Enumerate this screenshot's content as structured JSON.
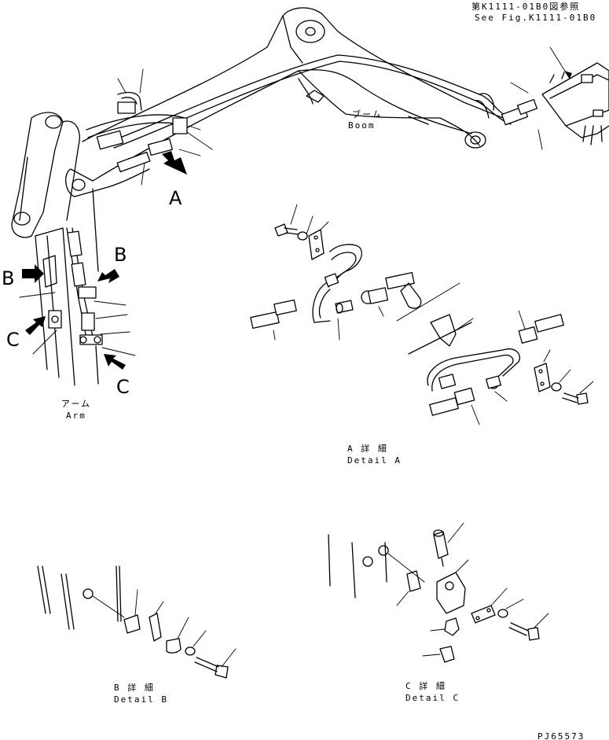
{
  "reference": {
    "jp": "第K1111-01B0図参照",
    "en": "See Fig.K1111-01B0"
  },
  "labels": {
    "boom_jp": "ブーム",
    "boom_en": "Boom",
    "arm_jp": "アーム",
    "arm_en": "Arm"
  },
  "view_letters": {
    "a": "A",
    "b1": "B",
    "b2": "B",
    "c1": "C",
    "c2": "C"
  },
  "details": {
    "a_jp": "A 詳 細",
    "a_en": "Detail A",
    "b_jp": "B 詳 細",
    "b_en": "Detail B",
    "c_jp": "C 詳 細",
    "c_en": "Detail C"
  },
  "figure_code": "PJ65573"
}
